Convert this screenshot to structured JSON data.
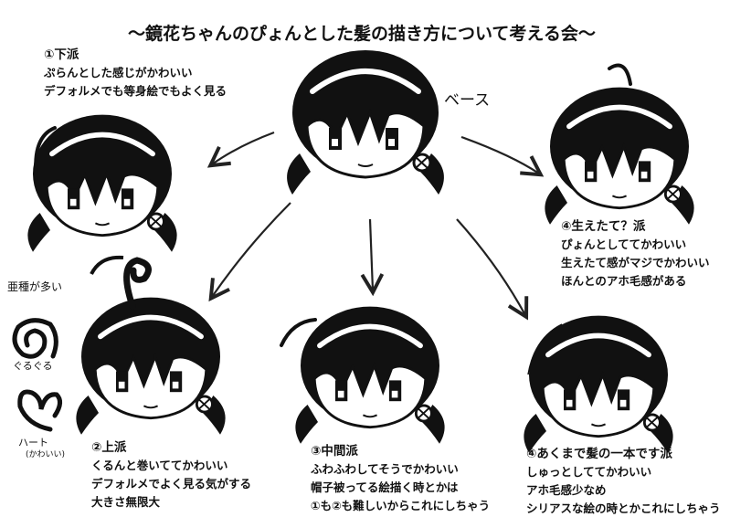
{
  "title": "〜鏡花ちゃんのぴょんとした髪の描き方について考える会〜",
  "base_label": "ベース",
  "groups": [
    {
      "heading": "①下派",
      "lines": [
        "ぷらんとした感じがかわいい",
        "デフォルメでも等身絵でもよく見る"
      ]
    },
    {
      "heading": "④生えたて？派",
      "lines": [
        "ぴょんとしててかわいい",
        "生えたて感がマジでかわいい",
        "ほんとのアホ毛感がある"
      ]
    },
    {
      "heading": "②上派",
      "lines": [
        "くるんと巻いててかわいい",
        "デフォルメでよく見る気がする",
        "大きさ無限大"
      ]
    },
    {
      "heading": "③中間派",
      "lines": [
        "ふわふわしてそうでかわいい",
        "帽子被ってる絵描く時とかは",
        "①も②も難しいからこれにしちゃう"
      ]
    },
    {
      "heading": "④あくまで髪の一本です派",
      "lines": [
        "しゅっとしててかわいい",
        "アホ毛感少なめ",
        "シリアスな絵の時とかこれにしちゃう"
      ]
    }
  ],
  "side_notes": {
    "variants": "亜種が多い",
    "spiral": "ぐるぐる",
    "heart": "ハート",
    "heart_note": "(かわいい)"
  }
}
